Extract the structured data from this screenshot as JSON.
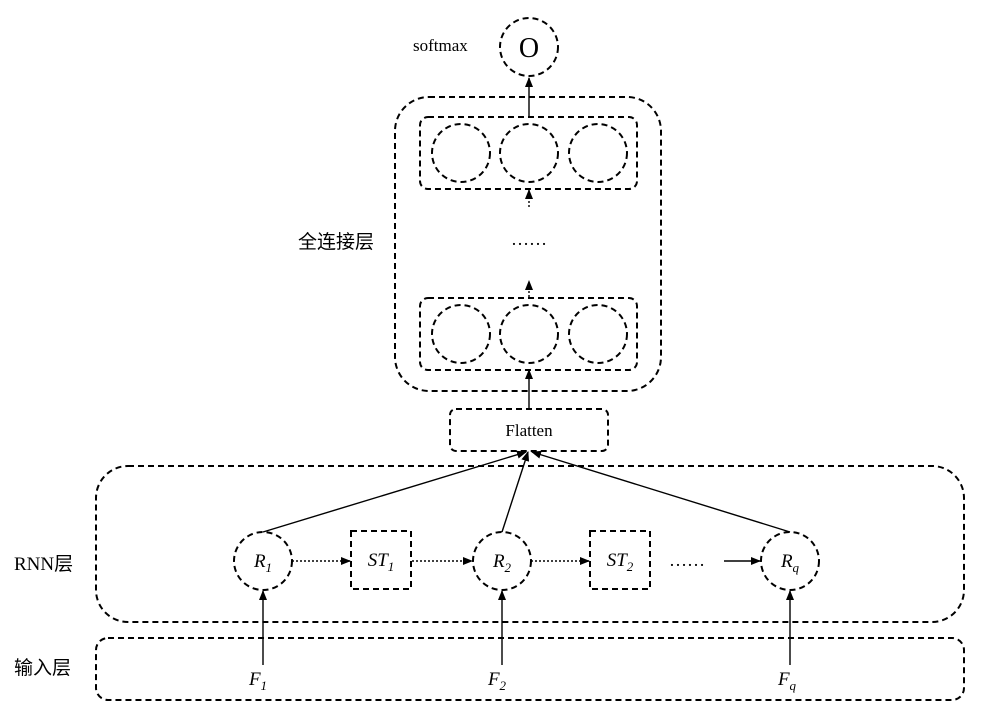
{
  "output": {
    "label": "softmax",
    "node_text": "O"
  },
  "fc": {
    "label": "全连接层",
    "ellipsis": "……"
  },
  "flatten": {
    "label": "Flatten"
  },
  "rnn": {
    "label": "RNN层",
    "ellipsis": "……",
    "nodes": [
      {
        "base": "R",
        "sub": "1"
      },
      {
        "base": "R",
        "sub": "2"
      },
      {
        "base": "R",
        "sub": "q"
      }
    ],
    "states": [
      {
        "base": "ST",
        "sub": "1"
      },
      {
        "base": "ST",
        "sub": "2"
      }
    ]
  },
  "input": {
    "label": "输入层",
    "features": [
      {
        "base": "F",
        "sub": "1"
      },
      {
        "base": "F",
        "sub": "2"
      },
      {
        "base": "F",
        "sub": "q"
      }
    ]
  }
}
